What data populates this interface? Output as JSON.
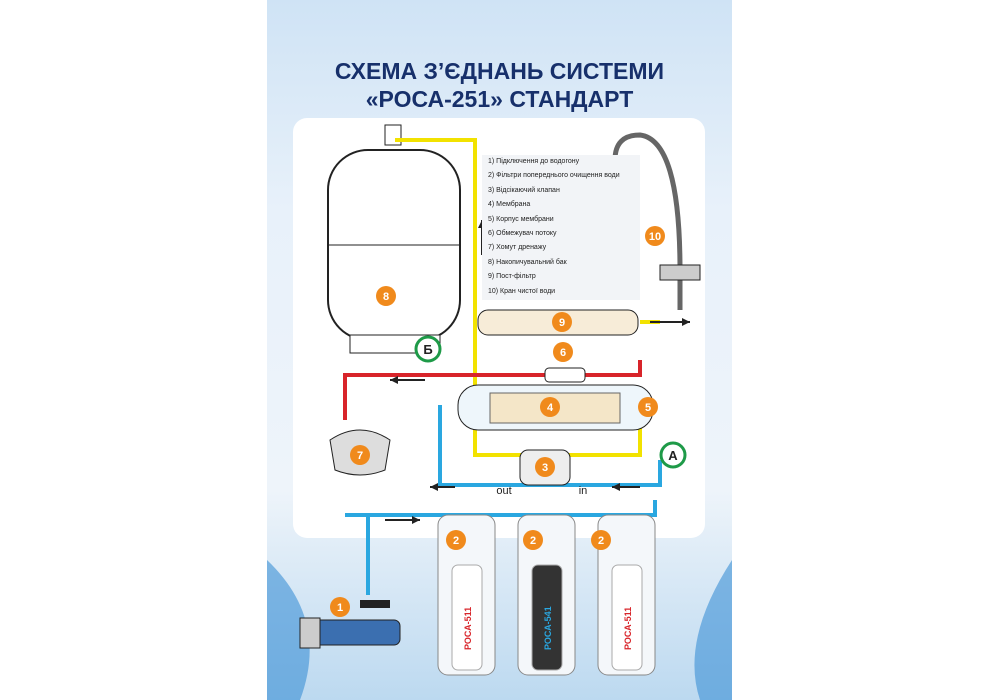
{
  "title_line1": "СХЕМА З’ЄДНАНЬ СИСТЕМИ",
  "title_line2": "«РОСА-251» СТАНДАРТ",
  "legend": [
    "1) Підключення до водогону",
    "2) Фільтри попереднього очищення води",
    "3) Відсікаючий клапан",
    "4) Мембрана",
    "5) Корпус мембрани",
    "6) Обмежувач потоку",
    "7) Хомут дренажу",
    "8) Накопичувальний бак",
    "9) Пост-фільтр",
    "10) Кран чистої води"
  ],
  "markers": {
    "n1": "1",
    "n2": "2",
    "n3": "3",
    "n4": "4",
    "n5": "5",
    "n6": "6",
    "n7": "7",
    "n8": "8",
    "n9": "9",
    "n10": "10",
    "a": "А",
    "b": "Б"
  },
  "flow": {
    "out": "out",
    "in": "in"
  },
  "cartridges": [
    "РОСА-511",
    "РОСА-541",
    "РОСА-511"
  ],
  "colors": {
    "title": "#17306b",
    "yellow": "#f2e200",
    "red": "#d8242a",
    "blue": "#2aa7e0",
    "orange": "#f08a1c",
    "green": "#1e9a48"
  }
}
